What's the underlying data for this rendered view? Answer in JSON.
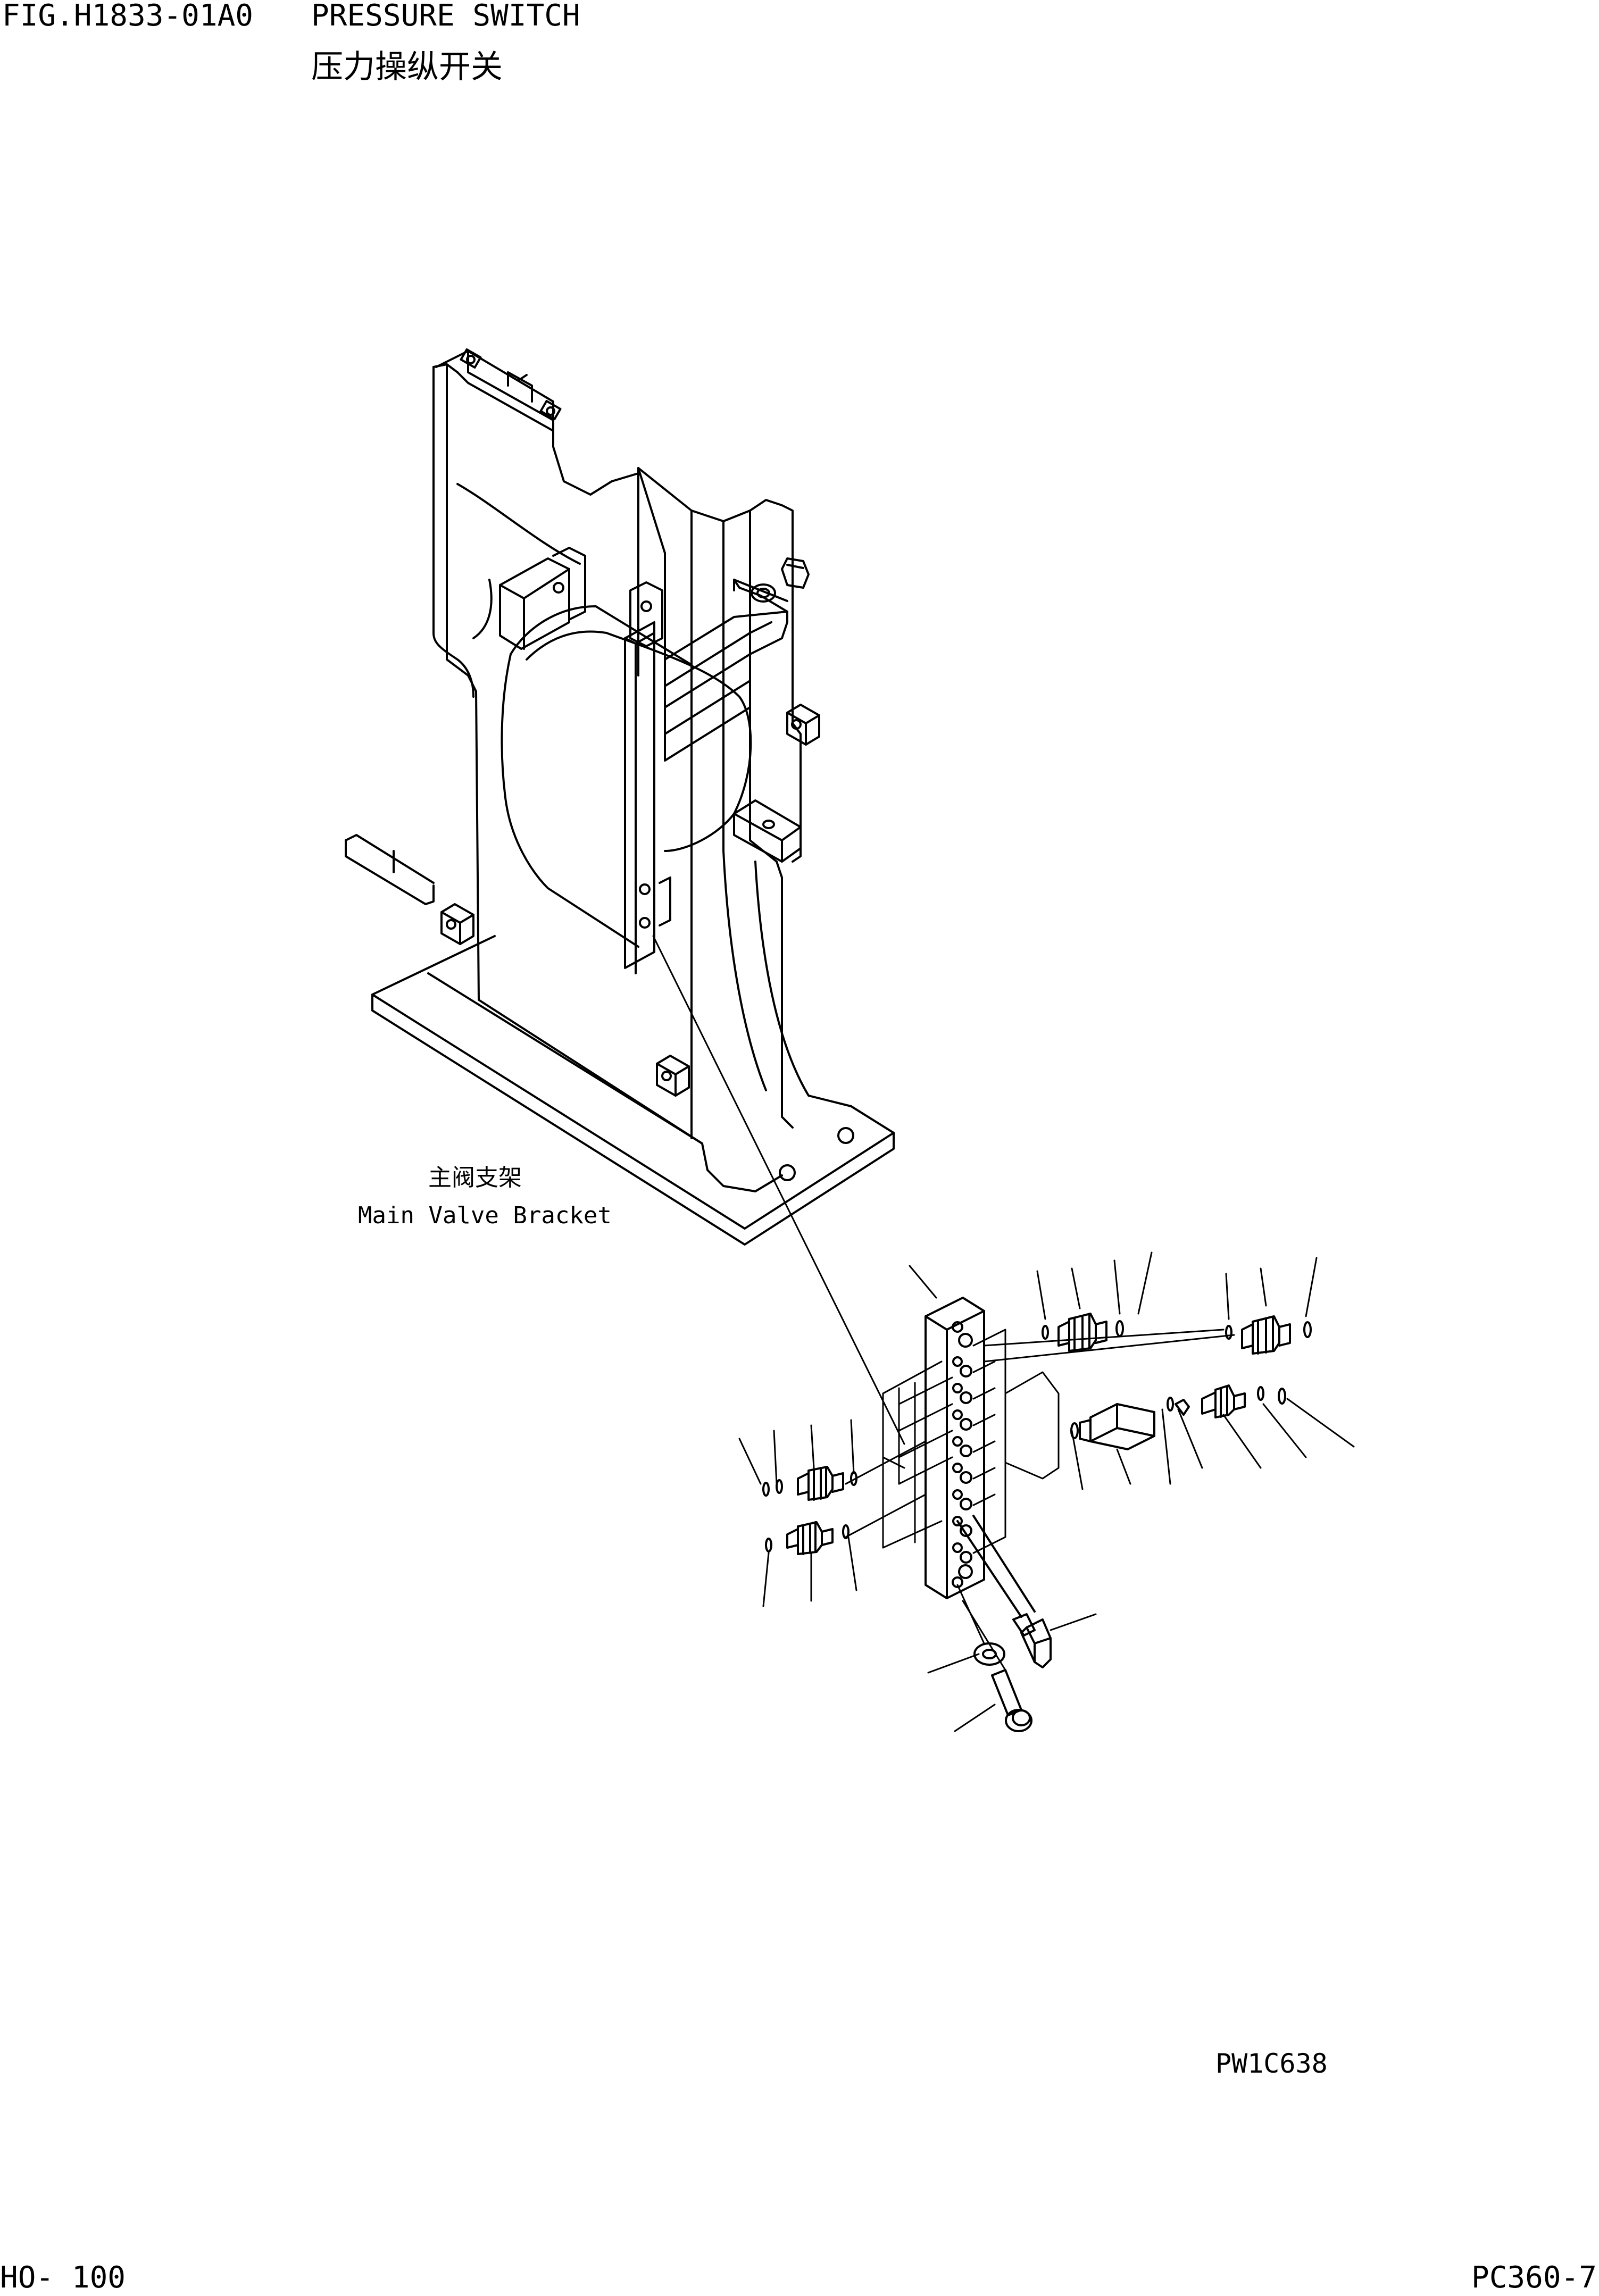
{
  "header": {
    "figure_code": "FIG.H1833-01A0",
    "title_en": "PRESSURE SWITCH",
    "title_cn": "压力操纵开关"
  },
  "callouts": {
    "bracket_cn": "主阀支架",
    "bracket_en": "Main Valve Bracket"
  },
  "drawing_number": "PW1C638",
  "footer": {
    "page": "HO- 100",
    "model": "PC360-7"
  }
}
